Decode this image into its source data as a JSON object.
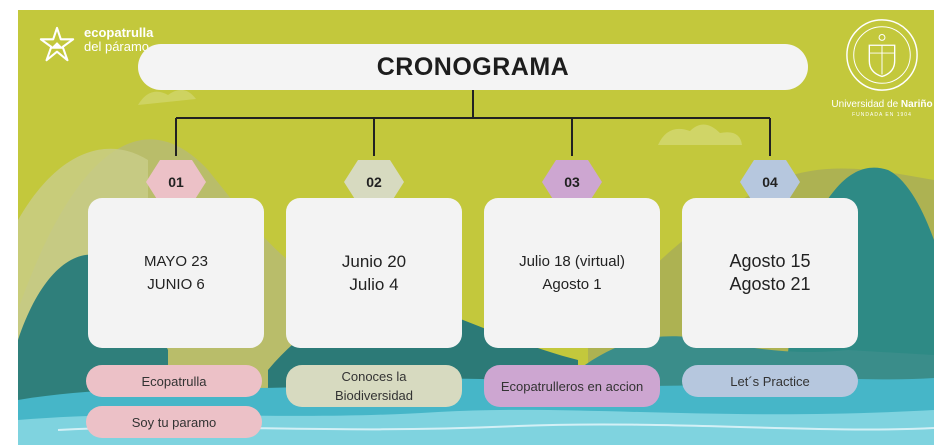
{
  "brand": {
    "line1": "ecopatrulla",
    "line2": "del páramo"
  },
  "university": {
    "name_part1": "Universidad de ",
    "name_part2": "Nariño",
    "subtitle": "FUNDADA EN 1904"
  },
  "title": "CRONOGRAMA",
  "colors": {
    "pink": "#ecc1c7",
    "sage": "#d7dac0",
    "purple": "#cda6d1",
    "blue": "#b6c7de",
    "background": "#c3c83c"
  },
  "steps": [
    {
      "number": "01",
      "dates": [
        "MAYO 23",
        "JUNIO 6"
      ],
      "tags": [
        "Ecopatrulla",
        "Soy tu paramo"
      ]
    },
    {
      "number": "02",
      "dates": [
        "Junio 20",
        "Julio 4"
      ],
      "tags": [
        "Conoces la Biodiversidad"
      ]
    },
    {
      "number": "03",
      "dates": [
        "Julio 18 (virtual)",
        "Agosto 1"
      ],
      "tags": [
        "Ecopatrulleros en accion"
      ]
    },
    {
      "number": "04",
      "dates": [
        "Agosto 15",
        "Agosto 21"
      ],
      "tags": [
        "Let´s Practice"
      ]
    }
  ],
  "icons": {
    "brand": "ecopatrulla-star-logo",
    "university": "university-seal-logo"
  }
}
